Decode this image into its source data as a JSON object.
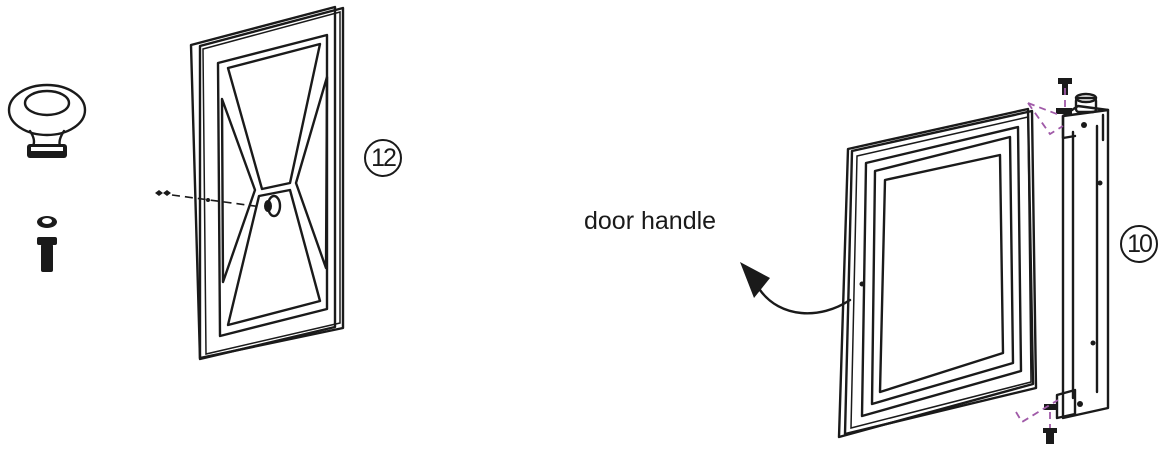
{
  "labels": {
    "door_handle": "door handle",
    "step_a": "12",
    "step_b": "10"
  },
  "colors": {
    "line": "#1a1a1a",
    "hinge_guide": "#a05aa8",
    "background": "#ffffff"
  }
}
